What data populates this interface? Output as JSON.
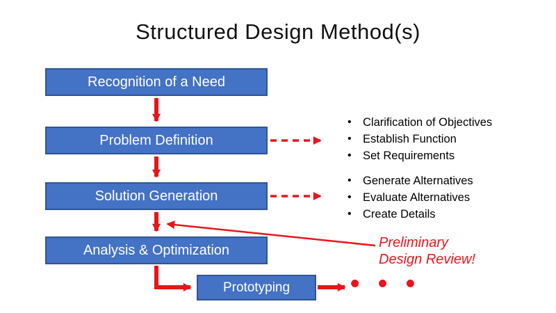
{
  "title": "Structured Design Method(s)",
  "flow": {
    "boxes": [
      {
        "label": "Recognition of a Need"
      },
      {
        "label": "Problem Definition"
      },
      {
        "label": "Solution Generation"
      },
      {
        "label": "Analysis & Optimization"
      },
      {
        "label": "Prototyping"
      }
    ]
  },
  "details": [
    {
      "items": [
        "Clarification of Objectives",
        "Establish Function",
        "Set Requirements"
      ]
    },
    {
      "items": [
        "Generate Alternatives",
        "Evaluate Alternatives",
        "Create Details"
      ]
    }
  ],
  "annotation": {
    "line1": "Preliminary",
    "line2": "Design Review!"
  },
  "continuation_dots": "• • •",
  "colors": {
    "box_fill": "#4472C4",
    "box_border": "#2F5597",
    "arrow_red": "#E8151B",
    "box_text": "#FFFFFF",
    "body_text": "#000000"
  }
}
